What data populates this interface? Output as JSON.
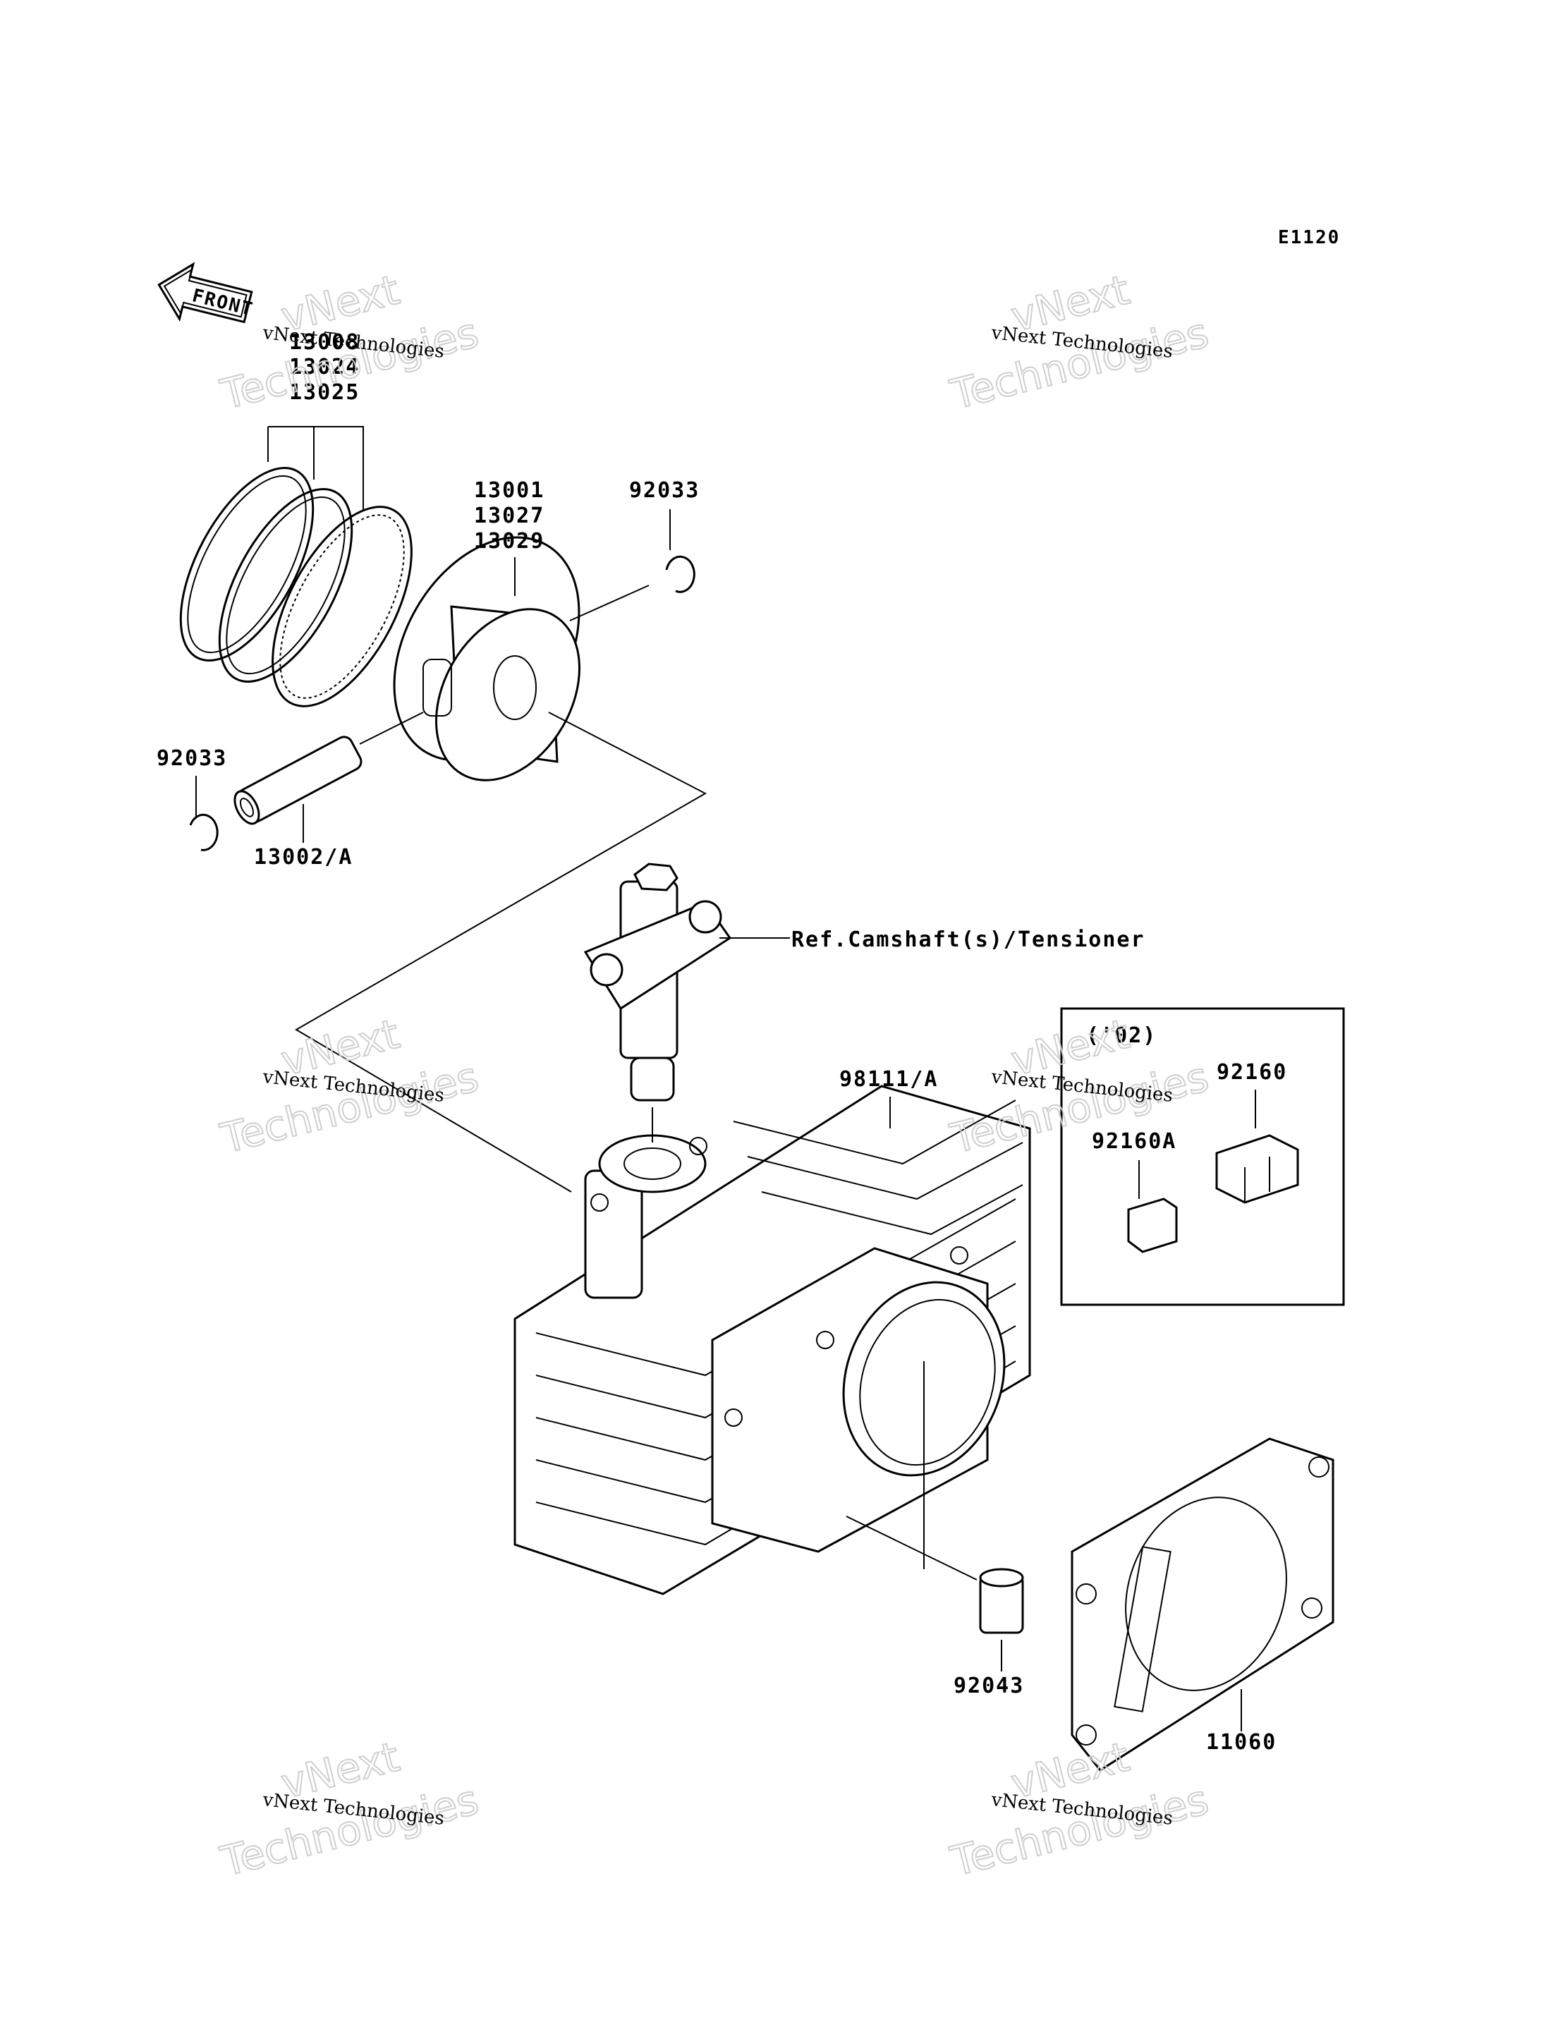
{
  "diagram_code": "E1120",
  "front_arrow_label": "FRONT",
  "callouts": {
    "rings": [
      "13008",
      "13024",
      "13025"
    ],
    "piston": [
      "13001",
      "13027",
      "13029"
    ],
    "clip_top": "92033",
    "clip_left": "92033",
    "pin": "13002/A",
    "tensioner_ref": "Ref.Camshaft(s)/Tensioner",
    "cylinder": "98111/A",
    "dowel": "92043",
    "gasket": "11060",
    "box_header": "('02)",
    "damper": "92160",
    "damper_small": "92160A"
  },
  "watermark": {
    "line_a": "vNext Technologies",
    "line_b1": "vNext",
    "line_b2": "Technologies"
  }
}
